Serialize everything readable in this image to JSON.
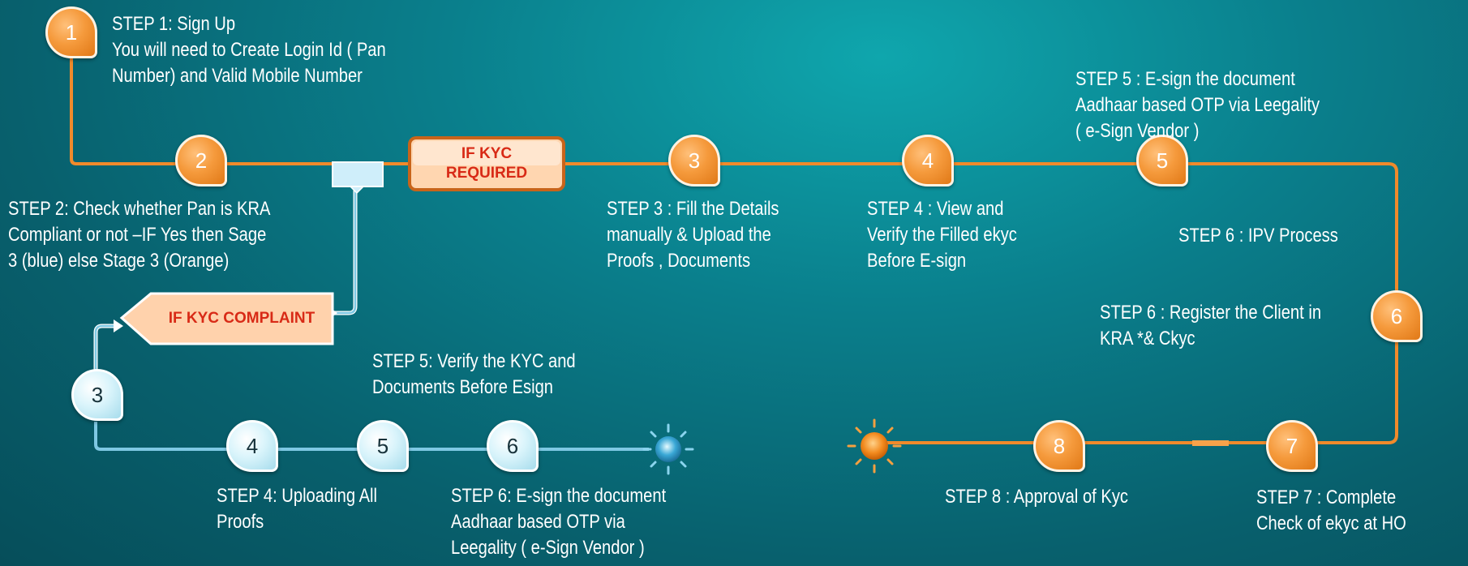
{
  "colors": {
    "orange": "#f08a2b",
    "blue": "#7ec8e3",
    "box_text": "#d82a16"
  },
  "orange_markers": [
    {
      "id": "o1",
      "label": "1"
    },
    {
      "id": "o2",
      "label": "2"
    },
    {
      "id": "o3",
      "label": "3"
    },
    {
      "id": "o4",
      "label": "4"
    },
    {
      "id": "o5",
      "label": "5"
    },
    {
      "id": "o6",
      "label": "6"
    },
    {
      "id": "o7",
      "label": "7"
    },
    {
      "id": "o8",
      "label": "8"
    }
  ],
  "blue_markers": [
    {
      "id": "b3",
      "label": "3"
    },
    {
      "id": "b4",
      "label": "4"
    },
    {
      "id": "b5",
      "label": "5"
    },
    {
      "id": "b6",
      "label": "6"
    }
  ],
  "boxes": {
    "kyc_required": "IF KYC\nREQUIRED",
    "kyc_complaint": "IF KYC COMPLAINT"
  },
  "steps": {
    "step1": "STEP 1:  Sign Up\nYou will need to Create Login Id ( Pan\nNumber)  and Valid Mobile Number",
    "step2": "STEP 2:  Check whether  Pan is KRA\nCompliant or not –IF Yes then Sage\n3 (blue) else Stage  3 (Orange)",
    "step3": "STEP 3 : Fill the Details\nmanually & Upload the\nProofs , Documents",
    "step4": "STEP 4 : View and\nVerify the Filled ekyc\nBefore E-sign",
    "step5": "STEP 5 : E-sign the document\nAadhaar based OTP via Leegality\n( e-Sign Vendor )",
    "step6_ipv": "STEP 6 : IPV Process",
    "step6_register": "STEP 6 : Register the Client in\nKRA *& Ckyc",
    "step7": "STEP 7 : Complete\nCheck of ekyc at HO",
    "step8": "STEP 8 :  Approval of Kyc",
    "blue_step4": "STEP 4:  Uploading All\nProofs",
    "blue_step5": "STEP 5:  Verify the KYC and\nDocuments  Before Esign",
    "blue_step6": "STEP 6:  E-sign the document\nAadhaar based OTP via\nLeegality ( e-Sign Vendor )"
  }
}
